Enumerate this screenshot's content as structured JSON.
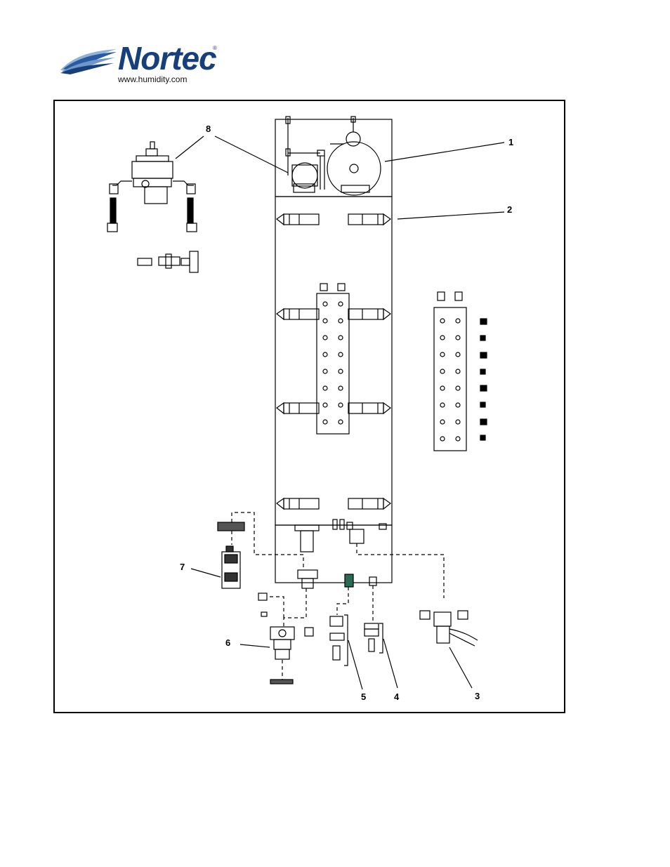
{
  "brand": {
    "name": "Nortec",
    "registered_mark": "®",
    "url": "www.humidity.com",
    "color": "#17407a"
  },
  "diagram": {
    "callouts": [
      "1",
      "2",
      "3",
      "4",
      "5",
      "6",
      "7",
      "8"
    ]
  }
}
